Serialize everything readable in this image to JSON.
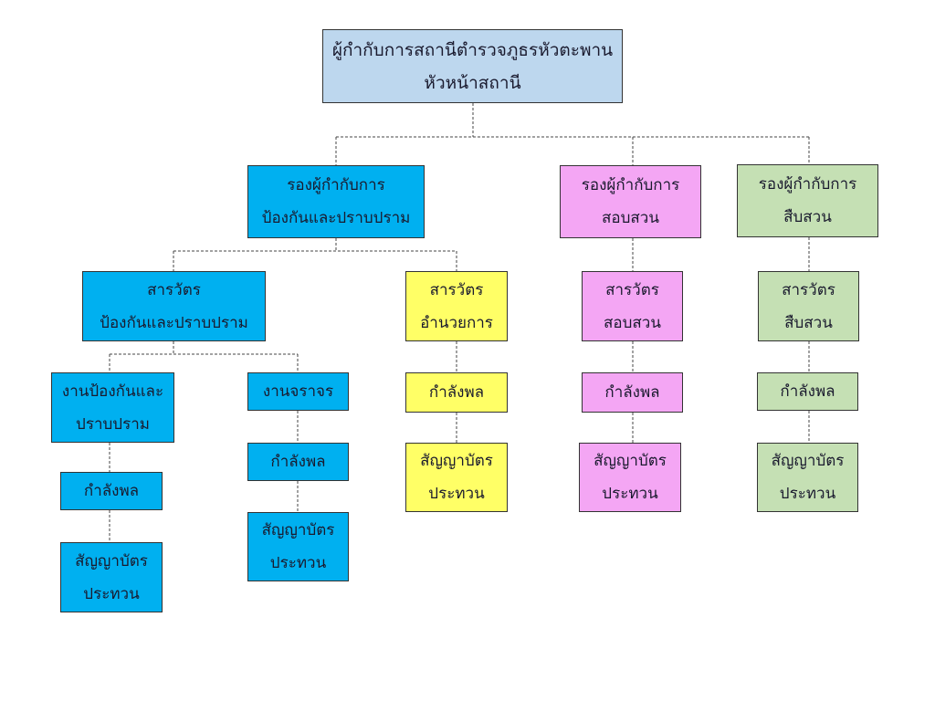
{
  "colors": {
    "head": "#bdd7ee",
    "prevention": "#00b0f0",
    "traffic_admin": "#ffff66",
    "investigation": "#f4a6f4",
    "detective": "#c5e0b4"
  },
  "head": {
    "line1": "ผู้กำกับการสถานีตำรวจภูธรหัวตะพาน",
    "line2": "หัวหน้าสถานี"
  },
  "deputies": [
    {
      "line1": "รองผู้กำกับการ",
      "line2": "ป้องกันและปราบปราม"
    },
    {
      "line1": "รองผู้กำกับการ",
      "line2": "สอบสวน"
    },
    {
      "line1": "รองผู้กำกับการ",
      "line2": "สืบสวน"
    }
  ],
  "inspectors": [
    {
      "line1": "สารวัตร",
      "line2": "ป้องกันและปราบปราม"
    },
    {
      "line1": "สารวัตร",
      "line2": "อำนวยการ"
    },
    {
      "line1": "สารวัตร",
      "line2": "สอบสวน"
    },
    {
      "line1": "สารวัตร",
      "line2": "สืบสวน"
    }
  ],
  "units": [
    {
      "line1": "งานป้องกันและ",
      "line2": "ปราบปราม"
    },
    {
      "line1": "งานจราจร"
    }
  ],
  "personnel_label": "กำลังพล",
  "officers": {
    "line1": "สัญญาบัตร",
    "line2": "ประทวน"
  }
}
